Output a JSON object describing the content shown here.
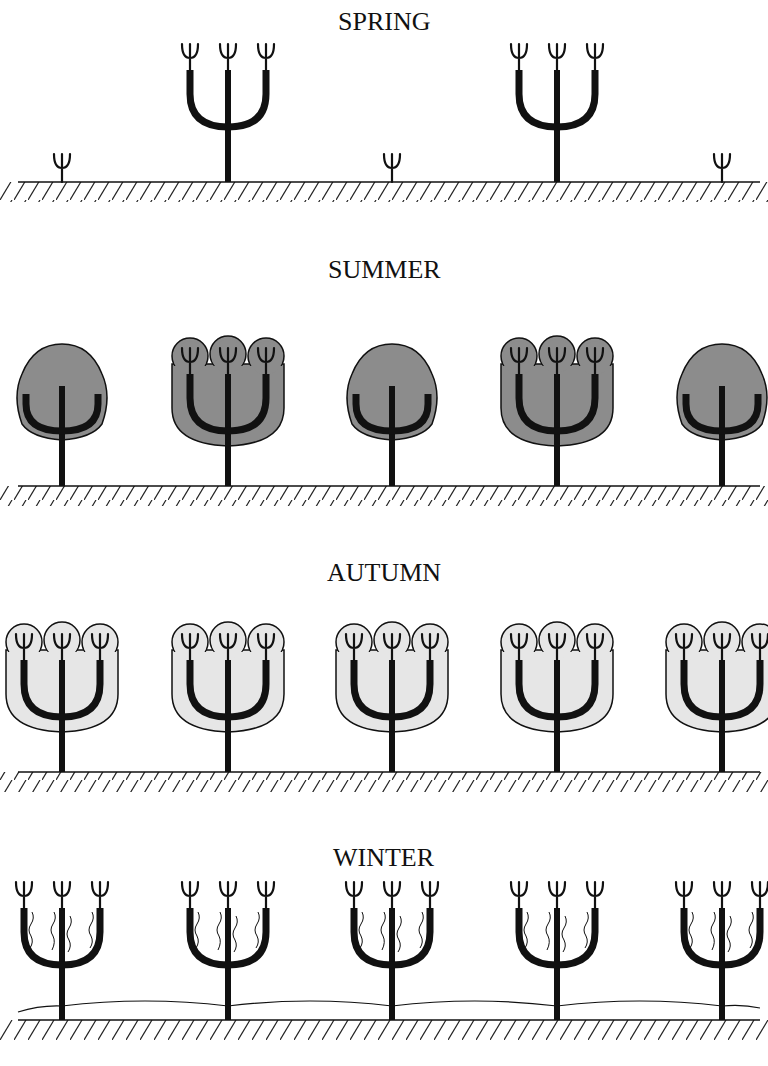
{
  "diagram": {
    "labels": [
      "SPRING",
      "SUMMER",
      "AUTUMN",
      "WINTER"
    ]
  }
}
